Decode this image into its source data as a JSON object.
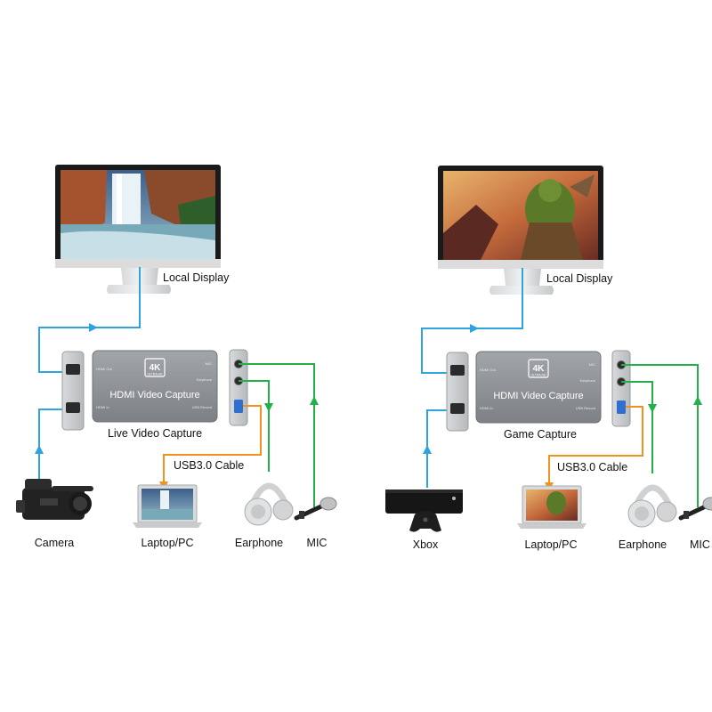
{
  "colors": {
    "blue": "#2ea3e0",
    "orange": "#f0921e",
    "green": "#23b04a",
    "device": "#8e9296",
    "panel": "#c9cbcd"
  },
  "left": {
    "display_label": "Local Display",
    "device": {
      "badge_main": "4K",
      "badge_sub": "ULTRA HD",
      "title": "HDMI Video Capture",
      "hdmi_out": "HDMI Out",
      "hdmi_in": "HDMI In",
      "mic": "MIC",
      "earphone": "Earphone",
      "usb_record": "USB Record"
    },
    "caption": "Live Video Capture",
    "cable_label": "USB3.0 Cable",
    "source_label": "Camera",
    "laptop_label": "Laptop/PC",
    "earphone_label": "Earphone",
    "mic_label": "MIC",
    "screen_icon": "waterfall-landscape-icon",
    "source_icon": "video-camera-icon"
  },
  "right": {
    "display_label": "Local Display",
    "device": {
      "badge_main": "4K",
      "badge_sub": "ULTRA HD",
      "title": "HDMI Video Capture",
      "hdmi_out": "HDMI Out",
      "hdmi_in": "HDMI In",
      "mic": "MIC",
      "earphone": "Earphone",
      "usb_record": "USB Record"
    },
    "caption": "Game Capture",
    "cable_label": "USB3.0 Cable",
    "source_label": "Xbox",
    "laptop_label": "Laptop/PC",
    "earphone_label": "Earphone",
    "mic_label": "MIC",
    "screen_icon": "orc-game-art-icon",
    "source_icon": "xbox-console-icon"
  }
}
